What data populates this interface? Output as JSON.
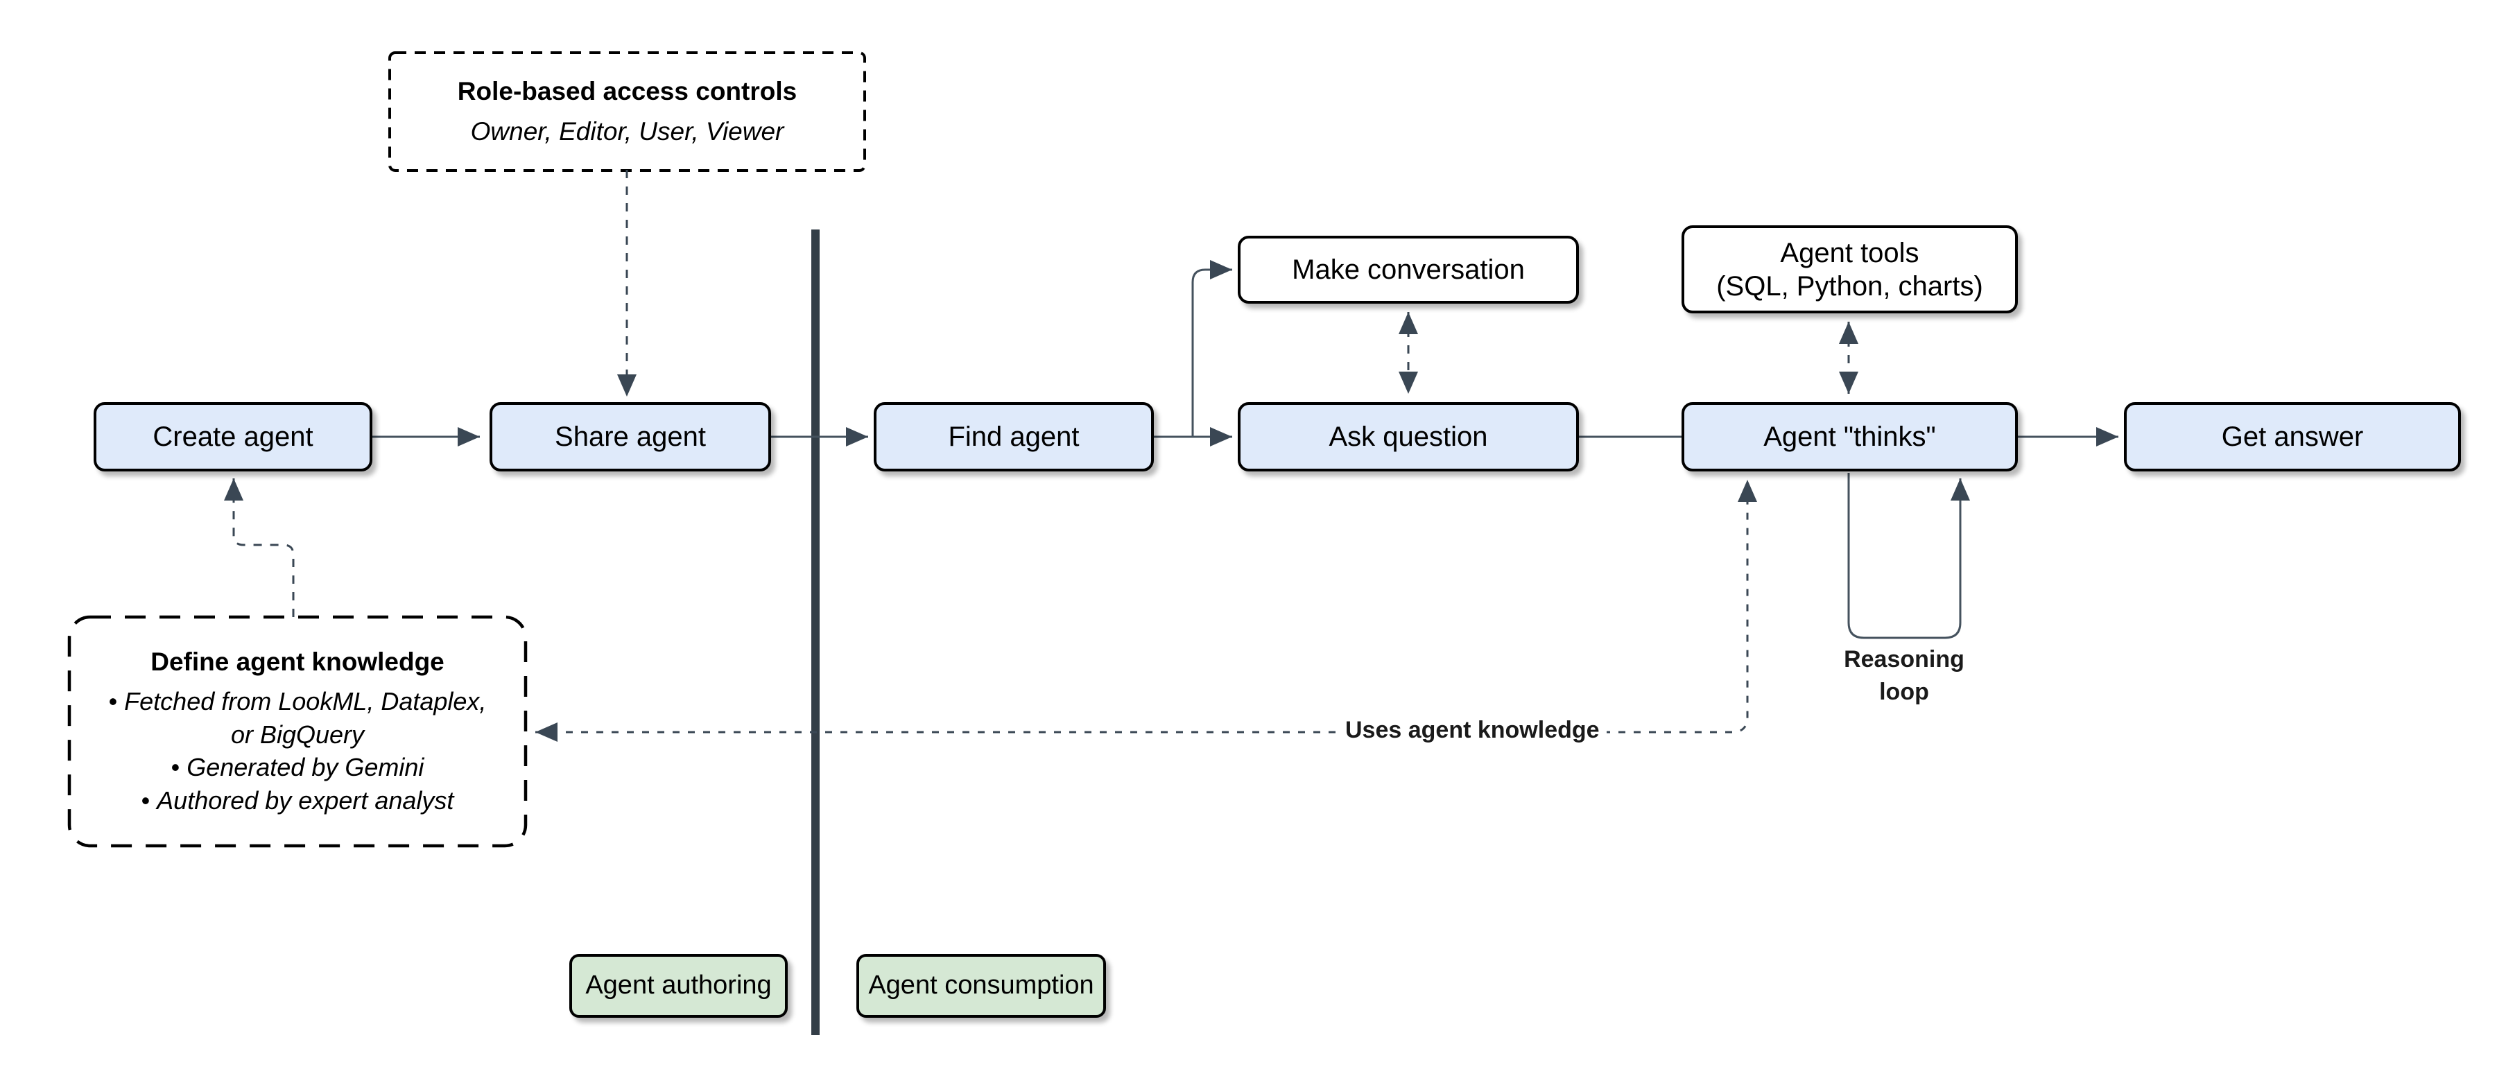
{
  "nodes": {
    "create_agent": {
      "label": "Create agent"
    },
    "share_agent": {
      "label": "Share agent"
    },
    "find_agent": {
      "label": "Find agent"
    },
    "ask_question": {
      "label": "Ask question"
    },
    "agent_thinks": {
      "label": "Agent \"thinks\""
    },
    "get_answer": {
      "label": "Get answer"
    },
    "make_conversation": {
      "label": "Make conversation"
    },
    "agent_tools": {
      "label": "Agent tools\n(SQL, Python, charts)"
    }
  },
  "notes": {
    "rbac": {
      "title": "Role-based access controls",
      "subtitle": "Owner, Editor, User, Viewer"
    },
    "knowledge": {
      "title": "Define agent knowledge",
      "bullets": [
        "Fetched from LookML, Dataplex, or BigQuery",
        "Generated by Gemini",
        "Authored by expert analyst"
      ]
    }
  },
  "labels": {
    "uses_knowledge": "Uses agent knowledge",
    "reasoning_loop": "Reasoning\nloop",
    "zone_authoring": "Agent authoring",
    "zone_consumption": "Agent consumption"
  },
  "colors": {
    "node_blue": "#dfeafa",
    "node_green": "#d5e8d4",
    "node_white": "#ffffff",
    "node_border": "#000000",
    "connector": "#45525e",
    "arrowhead": "#3a4754",
    "divider": "#333e47"
  }
}
